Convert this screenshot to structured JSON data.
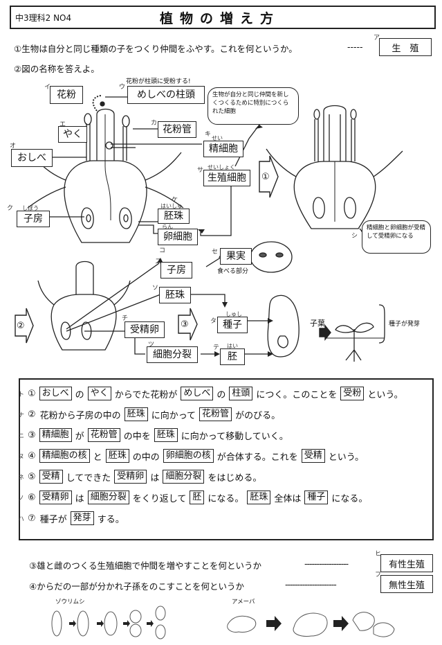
{
  "header": {
    "label": "中3理科2 NO4",
    "title": "植物の増え方"
  },
  "q1": {
    "text": "①生物は自分と同じ種類の子をつくり仲間をふやす。これを何というか。",
    "kana": "ア",
    "answer": "生　殖"
  },
  "q2": {
    "text": "②図の名称を答えよ。"
  },
  "diagram": {
    "pollen_note": "花粉が柱頭に受粉する!",
    "sperm_note": "生物が自分と同じ仲間を新しくつくるために特別につくられた細胞",
    "fert_note": "精細胞と卵細胞が受精して受精卵になる",
    "labels": {
      "i": {
        "kana": "イ",
        "text": "花粉"
      },
      "u": {
        "kana": "ウ",
        "text": "めしべの柱頭"
      },
      "e": {
        "kana": "エ",
        "text": "やく"
      },
      "o": {
        "kana": "オ",
        "text": "おしべ"
      },
      "ka": {
        "kana": "カ",
        "text": "花粉管"
      },
      "ki": {
        "kana": "キ",
        "ruby": "せい",
        "text": "精細胞"
      },
      "ku": {
        "kana": "ク",
        "ruby": "しぼう",
        "text": "子房"
      },
      "ke": {
        "kana": "ケ",
        "ruby": "はいしゅ",
        "text": "胚珠"
      },
      "ko": {
        "kana": "コ",
        "ruby": "らん",
        "text": "卵細胞"
      },
      "sa": {
        "kana": "サ",
        "ruby": "せいしょく",
        "text": "生殖細胞"
      },
      "shi": {
        "kana": "シ"
      },
      "su": {
        "kana": "ス",
        "text": "子房"
      },
      "se": {
        "kana": "セ",
        "text": "果実"
      },
      "so": {
        "kana": "ソ",
        "text": "胚珠"
      },
      "ta": {
        "kana": "タ",
        "ruby": "しゅし",
        "text": "種子"
      },
      "chi": {
        "kana": "チ",
        "text": "受精卵"
      },
      "tsu": {
        "kana": "ツ",
        "text": "細胞分裂"
      },
      "te": {
        "kana": "テ",
        "ruby": "はい",
        "text": "胚"
      }
    },
    "eat_label": "食べる部分",
    "cotyledon": "子葉",
    "germ_label": "種子が発芽",
    "step1": "①",
    "step2": "②",
    "step3": "③"
  },
  "sentences": [
    {
      "kana": "ト",
      "parts": [
        [
          "n",
          "①"
        ],
        [
          "b",
          "おしべ"
        ],
        [
          "t",
          "の"
        ],
        [
          "b",
          "やく"
        ],
        [
          "t",
          "からでた花粉が"
        ],
        [
          "b",
          "めしべ"
        ],
        [
          "t",
          "の"
        ],
        [
          "b",
          "柱頭"
        ],
        [
          "t",
          "につく。このことを"
        ],
        [
          "b",
          "受粉"
        ],
        [
          "t",
          "という。"
        ]
      ]
    },
    {
      "kana": "ナ",
      "parts": [
        [
          "n",
          "②"
        ],
        [
          "t",
          "花粉から子房の中の"
        ],
        [
          "b",
          "胚珠"
        ],
        [
          "t",
          "に向かって"
        ],
        [
          "b",
          "花粉管"
        ],
        [
          "t",
          "がのびる。"
        ]
      ]
    },
    {
      "kana": "ニ",
      "parts": [
        [
          "n",
          "③"
        ],
        [
          "b",
          "精細胞"
        ],
        [
          "t",
          "が"
        ],
        [
          "b",
          "花粉管"
        ],
        [
          "t",
          "の中を"
        ],
        [
          "b",
          "胚珠"
        ],
        [
          "t",
          "に向かって移動していく。"
        ]
      ]
    },
    {
      "kana": "ヌ",
      "parts": [
        [
          "n",
          "④"
        ],
        [
          "b",
          "精細胞の核"
        ],
        [
          "t",
          "と"
        ],
        [
          "b",
          "胚珠"
        ],
        [
          "t",
          "の中の"
        ],
        [
          "b",
          "卵細胞の核"
        ],
        [
          "t",
          "が合体する。これを"
        ],
        [
          "b",
          "受精"
        ],
        [
          "t",
          "という。"
        ]
      ]
    },
    {
      "kana": "ネ",
      "parts": [
        [
          "n",
          "⑤"
        ],
        [
          "b",
          "受精"
        ],
        [
          "t",
          "してできた"
        ],
        [
          "b",
          "受精卵"
        ],
        [
          "t",
          "は"
        ],
        [
          "b",
          "細胞分裂"
        ],
        [
          "t",
          "をはじめる。"
        ]
      ]
    },
    {
      "kana": "ノ",
      "parts": [
        [
          "n",
          "⑥"
        ],
        [
          "b",
          "受精卵"
        ],
        [
          "t",
          "は"
        ],
        [
          "b",
          "細胞分裂"
        ],
        [
          "t",
          "をくり返して"
        ],
        [
          "b",
          "胚"
        ],
        [
          "t",
          "になる。"
        ],
        [
          "b",
          "胚珠"
        ],
        [
          "t",
          "全体は"
        ],
        [
          "b",
          "種子"
        ],
        [
          "t",
          "になる。"
        ]
      ]
    },
    {
      "kana": "ハ",
      "parts": [
        [
          "n",
          "⑦"
        ],
        [
          "t",
          "種子が"
        ],
        [
          "b",
          "発芽"
        ],
        [
          "t",
          "する。"
        ]
      ]
    }
  ],
  "q3": {
    "text": "③雄と雌のつくる生殖細胞で仲間を増やすことを何というか",
    "kana": "ヒ",
    "answer": "有性生殖"
  },
  "q4": {
    "text": "④からだの一部が分かれ子孫をのこすことを何というか",
    "kana": "フ",
    "answer": "無性生殖"
  },
  "bottom": {
    "paramecium": "ゾウリムシ",
    "amoeba": "アメーバ"
  }
}
